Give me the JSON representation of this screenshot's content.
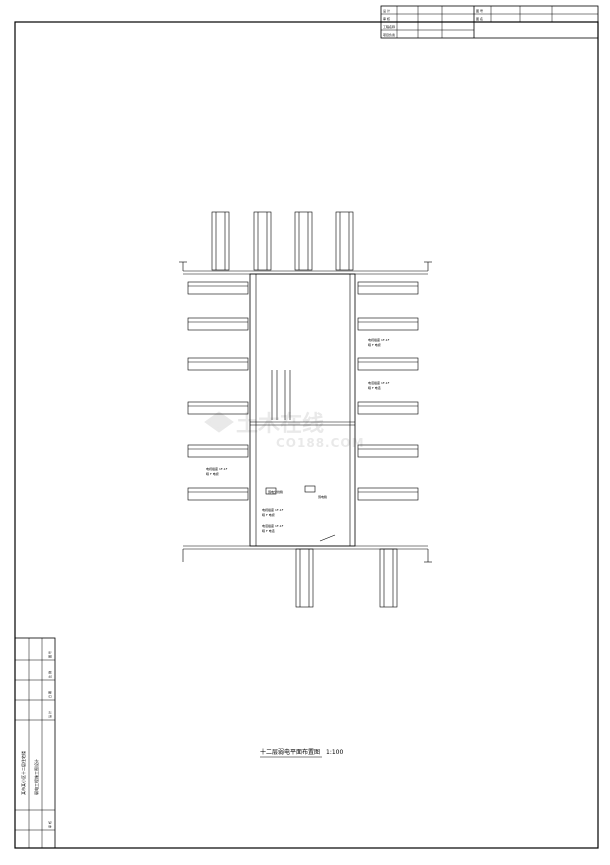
{
  "drawing": {
    "title": "十二层弱电平面布置图",
    "scale": "1:100"
  },
  "title_block": {
    "cells": [
      "设 计",
      "审 核",
      "图 号",
      "工程名称",
      "项目负责",
      "图 名"
    ]
  },
  "side_block": {
    "project_text": "某市某小区十二层住宅楼",
    "drawing_text": "弱电工程施工图设计",
    "small_cells": [
      "图 号",
      "比 例",
      "日 期",
      "设 计",
      "审 核"
    ]
  },
  "watermark": {
    "text": "土木在线",
    "sub": "CO188.COM"
  },
  "annotations": {
    "right_1": "电视插座 1F-1F",
    "right_1b": "暗 F 电视",
    "right_2": "电话插座 1F-1F",
    "right_2b": "暗 F 电话",
    "left_1": "电视插座 1F-1F",
    "left_1b": "暗 F 电视",
    "center_1": "弱电分线箱",
    "center_2": "弱电箱",
    "low_1": "电视插座 1F-1F",
    "low_1b": "暗 F 电视",
    "low_2": "电话插座 1F-1F",
    "low_2b": "暗 F 电话"
  }
}
